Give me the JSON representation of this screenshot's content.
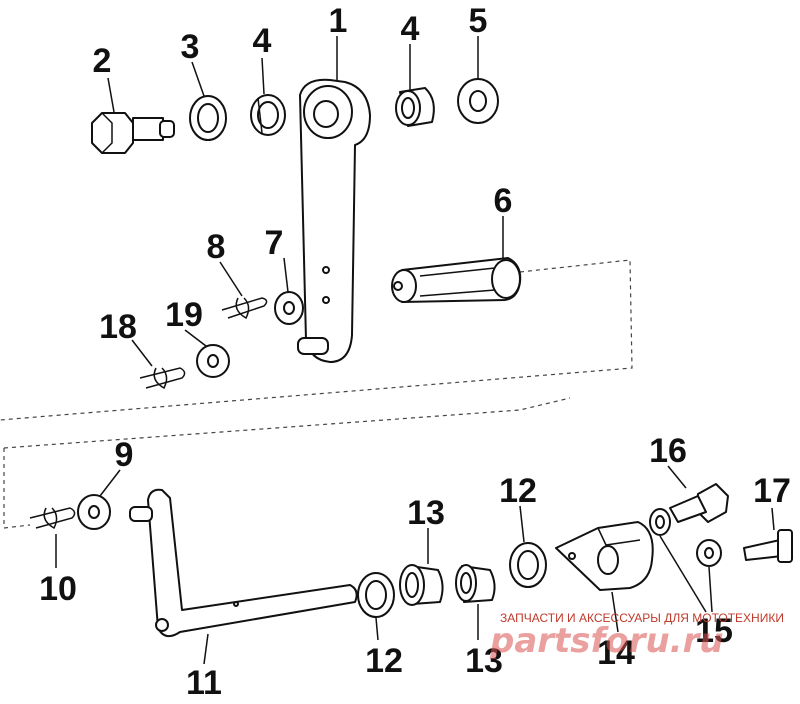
{
  "diagram": {
    "callouts": {
      "c1": "1",
      "c2": "2",
      "c3": "3",
      "c4a": "4",
      "c4b": "4",
      "c5": "5",
      "c6": "6",
      "c7": "7",
      "c8": "8",
      "c9": "9",
      "c10": "10",
      "c11": "11",
      "c12a": "12",
      "c12b": "12",
      "c13a": "13",
      "c13b": "13",
      "c14": "14",
      "c15": "15",
      "c16": "16",
      "c17": "17",
      "c18": "18",
      "c19": "19"
    }
  },
  "watermark": {
    "caption": "ЗАПЧАСТИ И АКСЕССУАРЫ ДЛЯ МОТОТЕХНИКИ",
    "logo": "partsforu.ru"
  }
}
